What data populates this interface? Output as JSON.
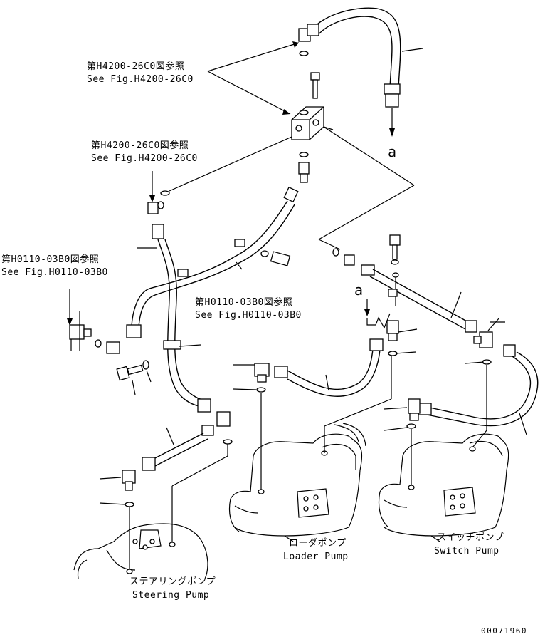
{
  "references": {
    "top_jp": "第H4200-26C0図参照",
    "top_en": "See Fig.H4200-26C0",
    "mid_jp": "第H4200-26C0図参照",
    "mid_en": "See Fig.H4200-26C0",
    "left_jp": "第H0110-03B0図参照",
    "left_en": "See Fig.H0110-03B0",
    "center_jp": "第H0110-03B0図参照",
    "center_en": "See Fig.H0110-03B0"
  },
  "markers": {
    "a_top": "a",
    "a_mid": "a"
  },
  "pumps": {
    "loader_jp": "ローダポンプ",
    "loader_en": "Loader Pump",
    "switch_jp": "スイッチポンプ",
    "switch_en": "Switch Pump",
    "steering_jp": "ステアリングポンプ",
    "steering_en": "Steering Pump"
  },
  "figure_id": "00071960"
}
